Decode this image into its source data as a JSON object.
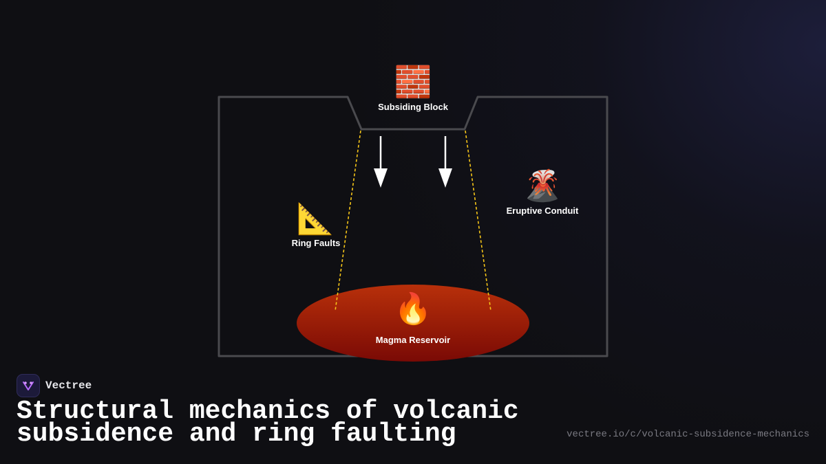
{
  "diagram": {
    "nodes": {
      "subsiding_block": {
        "icon": "brick-wall-icon",
        "glyph": "🧱",
        "label": "Subsiding Block"
      },
      "ring_faults": {
        "icon": "triangular-ruler-icon",
        "glyph": "📐",
        "label": "Ring Faults"
      },
      "eruptive_conduit": {
        "icon": "volcano-icon",
        "glyph": "🌋",
        "label": "Eruptive Conduit"
      },
      "magma_reservoir": {
        "icon": "fire-icon",
        "glyph": "🔥",
        "label": "Magma Reservoir"
      }
    },
    "colors": {
      "outline": "#4a4a4e",
      "fault_line": "#f5c518",
      "arrow": "#ffffff",
      "magma_top": "#b8300a",
      "magma_bottom": "#7a0a05"
    }
  },
  "brand": {
    "name": "Vectree",
    "logo_icon": "vectree-logo-icon"
  },
  "title": "Structural mechanics of volcanic subsidence and ring faulting",
  "url": "vectree.io/c/volcanic-subsidence-mechanics"
}
